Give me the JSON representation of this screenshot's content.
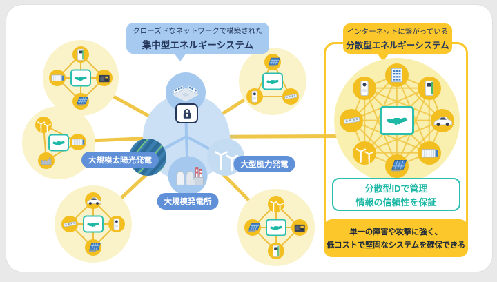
{
  "left_system": {
    "bubble": {
      "line1": "クローズドなネットワークで構築された",
      "line2": "集中型エネルギーシステム"
    },
    "facility_labels": {
      "solar": "大規模太陽光発電",
      "wind": "大型風力発電",
      "plant": "大規模発電所"
    },
    "clusters": [
      {
        "id": "top-left",
        "hub_icon": "handshake",
        "node_icons": [
          "ev-charger",
          "generator",
          "solar-panel",
          "battery-container"
        ]
      },
      {
        "id": "mid-left",
        "hub_icon": "handshake",
        "node_icons": [
          "wind-turbine",
          "battery-container",
          "factory"
        ]
      },
      {
        "id": "bottom-left",
        "hub_icon": "handshake",
        "node_icons": [
          "car",
          "charger-station",
          "solar-panel",
          "solar-strip"
        ]
      },
      {
        "id": "top-right",
        "hub_icon": "handshake",
        "node_icons": [
          "solar-panel",
          "solar-strip",
          "charger-station"
        ]
      },
      {
        "id": "bottom-right",
        "hub_icon": "handshake",
        "node_icons": [
          "wind-turbine",
          "generator",
          "ev-charger",
          "solar-panel"
        ]
      }
    ]
  },
  "right_system": {
    "bubble": {
      "line1": "インターネットに繋がっている",
      "line2": "分散型エネルギーシステム"
    },
    "network": {
      "hub_icon": "handshake",
      "node_icons": [
        "building",
        "ev-charger",
        "car",
        "battery-container",
        "solar-panel",
        "wind-turbine",
        "solar-strip",
        "charger-station"
      ]
    },
    "id_box": {
      "line1": "分散型IDで管理",
      "line2": "情報の信頼性を保証"
    },
    "bottom_box": {
      "line1": "単一の障害や攻撃に強く、",
      "line2": "低コストで堅固なシステムを確保できる"
    }
  },
  "icons": {
    "handshake-icon": "teal handshake in white rounded square",
    "lock-icon": "dark padlock in white rounded square",
    "datacenter-icon": "isometric control room / data center",
    "power-plant-icon": "power station with striped chimneys",
    "solar-field-icon": "large solar panel field",
    "wind-farm-icon": "large wind turbines",
    "solar-panel-icon": "rooftop solar panel",
    "solar-strip-icon": "flat solar module",
    "wind-turbine-icon": "small wind turbines",
    "ev-charger-icon": "EV charging unit",
    "charger-station-icon": "white charging station",
    "battery-container-icon": "battery storage container",
    "generator-icon": "dark generator box",
    "car-icon": "electric car",
    "building-icon": "office building",
    "factory-icon": "factory"
  },
  "colors": {
    "accent_yellow": "#FBC72B",
    "pale_yellow": "#FAF2C8",
    "mesh_pale_yellow": "#F9EFAE",
    "node_yellow": "#F3BF20",
    "line_yellow": "#EFC648",
    "cluster_line": "#ECBE3E",
    "teal": "#1CB8A5",
    "teal_border": "#2BBFB0",
    "bubble_blue": "#A7CBF0",
    "hub_pale_blue": "#CBDFF5",
    "circle_blue": "#A5C9EE",
    "spoke_blue": "#9FC6EE",
    "pill_blue": "#6090D8",
    "navy_text": "#24365A",
    "text_dark": "#222B38",
    "card_bg": "#FFFFFF",
    "page_bg": "#E9E9EA"
  }
}
